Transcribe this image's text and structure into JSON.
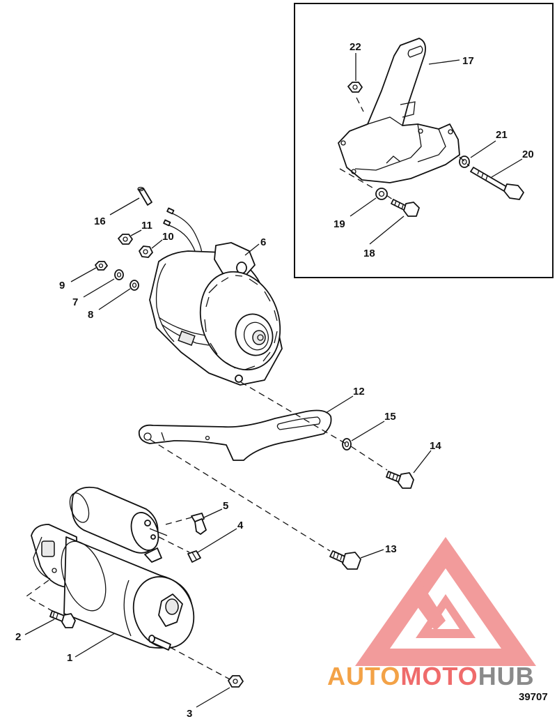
{
  "callouts": [
    {
      "id": "22",
      "text": "22"
    },
    {
      "id": "17",
      "text": "17"
    },
    {
      "id": "21",
      "text": "21"
    },
    {
      "id": "20",
      "text": "20"
    },
    {
      "id": "19",
      "text": "19"
    },
    {
      "id": "18",
      "text": "18"
    },
    {
      "id": "16",
      "text": "16"
    },
    {
      "id": "11",
      "text": "11"
    },
    {
      "id": "10",
      "text": "10"
    },
    {
      "id": "6",
      "text": "6"
    },
    {
      "id": "9",
      "text": "9"
    },
    {
      "id": "7",
      "text": "7"
    },
    {
      "id": "8",
      "text": "8"
    },
    {
      "id": "12",
      "text": "12"
    },
    {
      "id": "15",
      "text": "15"
    },
    {
      "id": "14",
      "text": "14"
    },
    {
      "id": "5",
      "text": "5"
    },
    {
      "id": "4",
      "text": "4"
    },
    {
      "id": "13",
      "text": "13"
    },
    {
      "id": "2",
      "text": "2"
    },
    {
      "id": "1",
      "text": "1"
    },
    {
      "id": "3",
      "text": "3"
    }
  ],
  "figure_number": "39707",
  "watermark": {
    "part1": "AUTO",
    "part2": "MOTO",
    "part3": "HUB",
    "colors": {
      "auto": "#f3a247",
      "moto": "#ef6b6b",
      "hub": "#8a8a8a",
      "logo": "#f08a8a"
    }
  }
}
